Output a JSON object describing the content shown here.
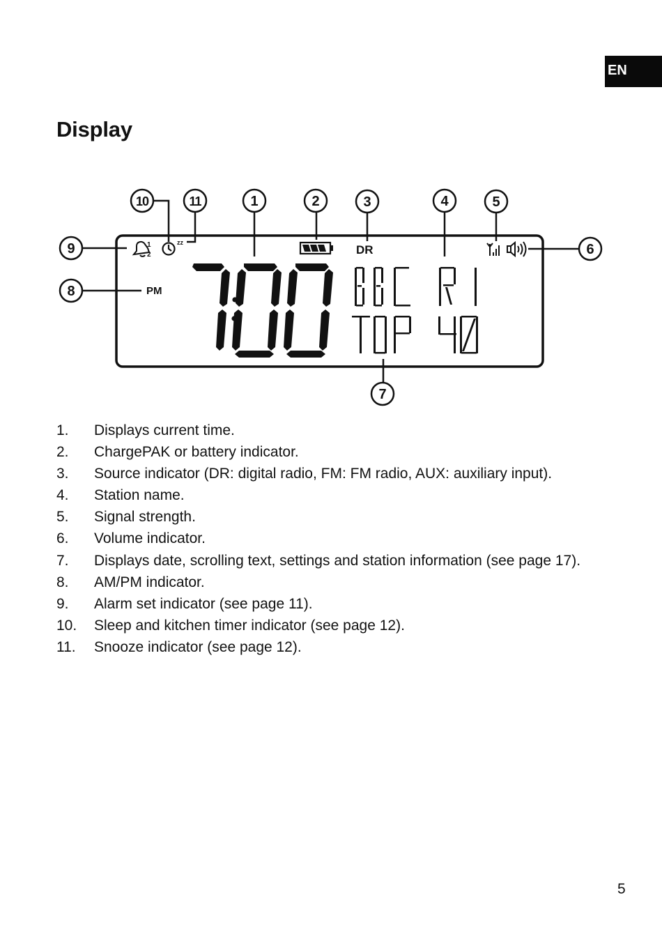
{
  "language_tab": "EN",
  "title": "Display",
  "display": {
    "time": "7:00",
    "am_pm": "PM",
    "source": "DR",
    "station_line_1": "BBC R1",
    "station_line_2": "TOP 40",
    "alarm_sub_1": "1",
    "alarm_sub_2": "2",
    "snooze_mark": "zz"
  },
  "callouts": [
    "1",
    "2",
    "3",
    "4",
    "5",
    "6",
    "7",
    "8",
    "9",
    "10",
    "11"
  ],
  "legend": [
    {
      "num": "1.",
      "text": "Displays current time."
    },
    {
      "num": "2.",
      "text": "ChargePAK or battery indicator."
    },
    {
      "num": "3.",
      "text": "Source indicator (DR: digital radio, FM: FM radio, AUX: auxiliary input)."
    },
    {
      "num": "4.",
      "text": "Station name."
    },
    {
      "num": "5.",
      "text": "Signal strength."
    },
    {
      "num": "6.",
      "text": "Volume indicator."
    },
    {
      "num": "7.",
      "text": "Displays date, scrolling text, settings and station information (see page 17)."
    },
    {
      "num": "8.",
      "text": "AM/PM indicator."
    },
    {
      "num": "9.",
      "text": "Alarm set indicator (see page 11)."
    },
    {
      "num": "10.",
      "text": "Sleep and kitchen timer indicator (see page 12)."
    },
    {
      "num": "11.",
      "text": "Snooze indicator (see page 12)."
    }
  ],
  "page_number": "5",
  "colors": {
    "ink": "#111111",
    "tab_background": "#0a0a0a",
    "paper": "#ffffff"
  }
}
